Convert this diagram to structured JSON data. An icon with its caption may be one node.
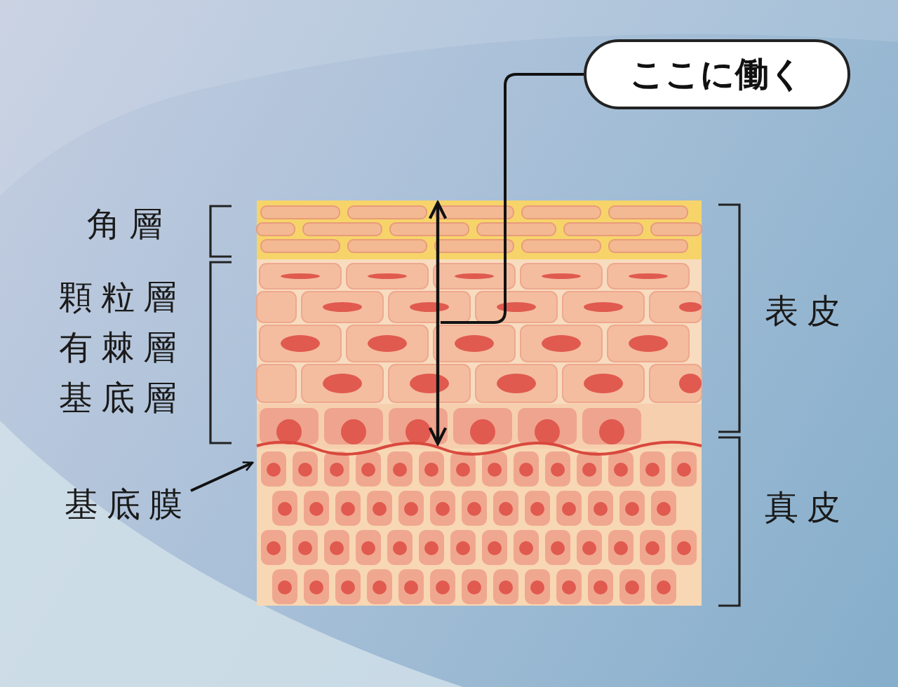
{
  "diagram": {
    "nodes": [
      {
        "text": [
          "ここに働く"
        ]
      },
      {
        "text": [
          "基底膜"
        ]
      }
    ],
    "edges": [
      {
        "from": 0,
        "to": null,
        "arrow": "none"
      },
      {
        "from": 1,
        "to": null,
        "arrow": "to"
      }
    ],
    "labels": [
      "角層",
      "顆粒層",
      "有棘層",
      "基底層",
      "表皮",
      "真皮"
    ]
  }
}
